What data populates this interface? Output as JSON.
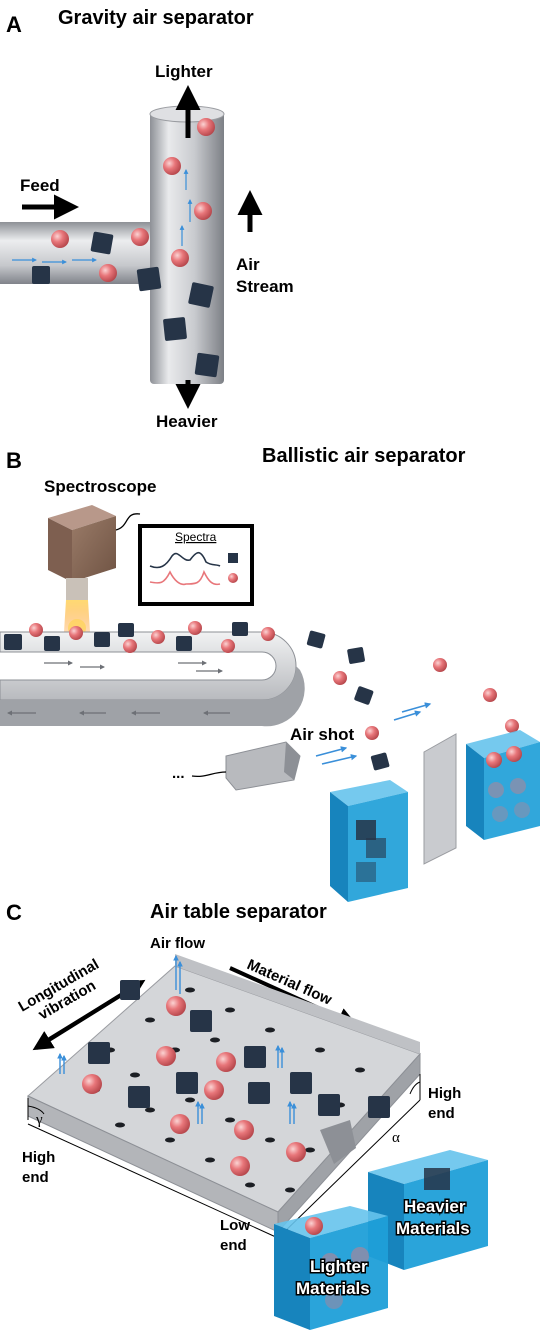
{
  "panel_a": {
    "letter": "A",
    "title": "Gravity air separator",
    "feed": "Feed",
    "lighter": "Lighter",
    "heavier": "Heavier",
    "air_stream_1": "Air",
    "air_stream_2": "Stream"
  },
  "panel_b": {
    "letter": "B",
    "title": "Ballistic air separator",
    "spectroscope": "Spectroscope",
    "spectra": "Spectra",
    "air_shot": "Air shot",
    "ellipsis": "..."
  },
  "panel_c": {
    "letter": "C",
    "title": "Air table separator",
    "air_flow": "Air flow",
    "longitudinal_1": "Longitudinal",
    "longitudinal_2": "vibration",
    "material_flow": "Material flow",
    "high_end_right_1": "High",
    "high_end_right_2": "end",
    "high_end_left_1": "High",
    "high_end_left_2": "end",
    "low_end_1": "Low",
    "low_end_2": "end",
    "gamma": "γ",
    "alpha": "α",
    "lighter_1": "Lighter",
    "lighter_2": "Materials",
    "heavier_1": "Heavier",
    "heavier_2": "Materials"
  },
  "colors": {
    "sphere": "#e8767a",
    "cube": "#263447",
    "metal": "#c9cbcf",
    "bin": "#1f9fd8",
    "air": "#3a8fd9"
  }
}
